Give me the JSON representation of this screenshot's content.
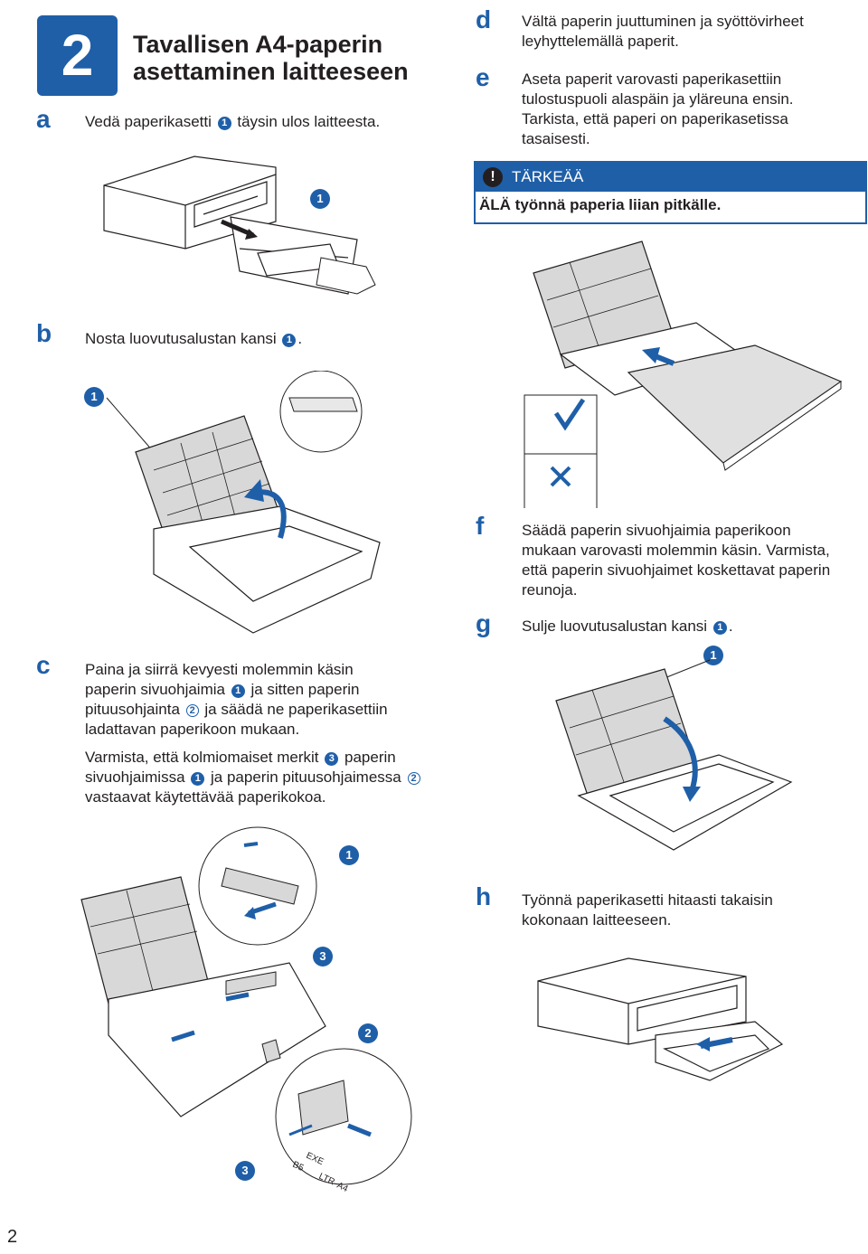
{
  "header": {
    "step_number": "2",
    "title": "Tavallisen A4-paperin asettaminen laitteeseen"
  },
  "steps": {
    "a": {
      "letter": "a",
      "text_before": "Vedä paperikasetti",
      "ref": "1",
      "text_after": "täysin ulos laitteesta."
    },
    "b": {
      "letter": "b",
      "text_before": "Nosta luovutusalustan kansi",
      "ref": "1",
      "text_after": "."
    },
    "c": {
      "letter": "c",
      "p1_l1": "Paina ja siirrä kevyesti molemmin käsin",
      "p1_l2_a": "paperin sivuohjaimia",
      "p1_l2_ref": "1",
      "p1_l2_b": "ja sitten paperin",
      "p1_l3_a": "pituusohjainta",
      "p1_l3_ref": "2",
      "p1_l3_b": "ja säädä ne paperikasettiin",
      "p1_l4": "ladattavan paperikoon mukaan.",
      "p2_l1_a": "Varmista, että kolmiomaiset merkit",
      "p2_l1_ref": "3",
      "p2_l1_b": "paperin",
      "p2_l2_a": "sivuohjaimissa",
      "p2_l2_ref": "1",
      "p2_l2_b": "ja paperin pituusohjaimessa",
      "p2_l2_ref2": "2",
      "p2_l3": "vastaavat käytettävää paperikokoa."
    },
    "d": {
      "letter": "d",
      "l1": "Vältä paperin juuttuminen ja syöttövirheet",
      "l2": "leyhyttelemällä paperit."
    },
    "e": {
      "letter": "e",
      "l1": "Aseta paperit varovasti paperikasettiin",
      "l2": "tulostuspuoli alaspäin ja yläreuna ensin.",
      "l3": "Tarkista, että paperi on paperikasetissa",
      "l4": "tasaisesti."
    },
    "f": {
      "letter": "f",
      "l1": "Säädä paperin sivuohjaimia paperikoon",
      "l2": "mukaan varovasti molemmin käsin. Varmista,",
      "l3": "että paperin sivuohjaimet koskettavat paperin",
      "l4": "reunoja."
    },
    "g": {
      "letter": "g",
      "text_before": "Sulje luovutusalustan kansi",
      "ref": "1",
      "text_after": "."
    },
    "h": {
      "letter": "h",
      "l1": "Työnnä paperikasetti hitaasti takaisin",
      "l2": "kokonaan laitteeseen."
    }
  },
  "important": {
    "icon": "!",
    "heading": "TÄRKEÄÄ",
    "body": "ÄLÄ työnnä paperia liian pitkälle."
  },
  "callouts": {
    "one": "1",
    "two": "2",
    "three": "3"
  },
  "illustration_labels": {
    "tray_a4": "A4",
    "tray_ltr": "LTR",
    "tray_exe": "EXE",
    "tray_b5": "B5"
  },
  "page_number": "2",
  "colors": {
    "accent": "#1f5fa8",
    "text": "#231f20",
    "line": "#231f20"
  }
}
